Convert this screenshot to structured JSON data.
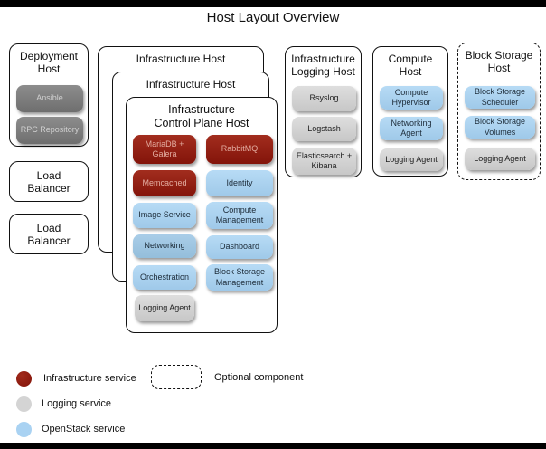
{
  "title": "Host Layout Overview",
  "colors": {
    "infrastructure_service": "#8e1d10",
    "logging_service": "#d4d4d4",
    "openstack_service": "#a9d2f2",
    "deployment_tool": "#7d7d7d"
  },
  "hosts": {
    "deployment": {
      "title": "Deployment Host",
      "services": [
        {
          "label": "Ansible",
          "type": "deployment"
        },
        {
          "label": "RPC Repository",
          "type": "deployment"
        }
      ]
    },
    "load_balancer_a": {
      "title": "Load Balancer"
    },
    "load_balancer_b": {
      "title": "Load Balancer"
    },
    "infrastructure_back": {
      "title": "Infrastructure Host"
    },
    "infrastructure_mid": {
      "title": "Infrastructure Host"
    },
    "control_plane": {
      "title": "Infrastructure Control Plane Host",
      "services": [
        {
          "label": "MariaDB + Galera",
          "type": "infrastructure"
        },
        {
          "label": "RabbitMQ",
          "type": "infrastructure"
        },
        {
          "label": "Memcached",
          "type": "infrastructure"
        },
        {
          "label": "Identity",
          "type": "openstack"
        },
        {
          "label": "Image Service",
          "type": "openstack"
        },
        {
          "label": "Compute Management",
          "type": "openstack"
        },
        {
          "label": "Networking",
          "type": "openstack"
        },
        {
          "label": "Dashboard",
          "type": "openstack"
        },
        {
          "label": "Orchestration",
          "type": "openstack"
        },
        {
          "label": "Block Storage Management",
          "type": "openstack"
        },
        {
          "label": "Logging Agent",
          "type": "logging"
        }
      ]
    },
    "logging": {
      "title": "Infrastructure Logging Host",
      "services": [
        {
          "label": "Rsyslog",
          "type": "logging"
        },
        {
          "label": "Logstash",
          "type": "logging"
        },
        {
          "label": "Elasticsearch + Kibana",
          "type": "logging"
        }
      ]
    },
    "compute": {
      "title": "Compute Host",
      "services": [
        {
          "label": "Compute Hypervisor",
          "type": "openstack"
        },
        {
          "label": "Networking Agent",
          "type": "openstack"
        },
        {
          "label": "Logging Agent",
          "type": "logging"
        }
      ]
    },
    "block_storage": {
      "title": "Block Storage Host",
      "optional": true,
      "services": [
        {
          "label": "Block Storage Scheduler",
          "type": "openstack"
        },
        {
          "label": "Block Storage Volumes",
          "type": "openstack"
        },
        {
          "label": "Logging Agent",
          "type": "logging"
        }
      ]
    }
  },
  "legend": {
    "items": [
      {
        "label": "Infrastructure service",
        "swatch": "infrastructure"
      },
      {
        "label": "Logging service",
        "swatch": "logging"
      },
      {
        "label": "OpenStack service",
        "swatch": "openstack"
      },
      {
        "label": "Optional component",
        "swatch": "optional-outline"
      }
    ]
  }
}
